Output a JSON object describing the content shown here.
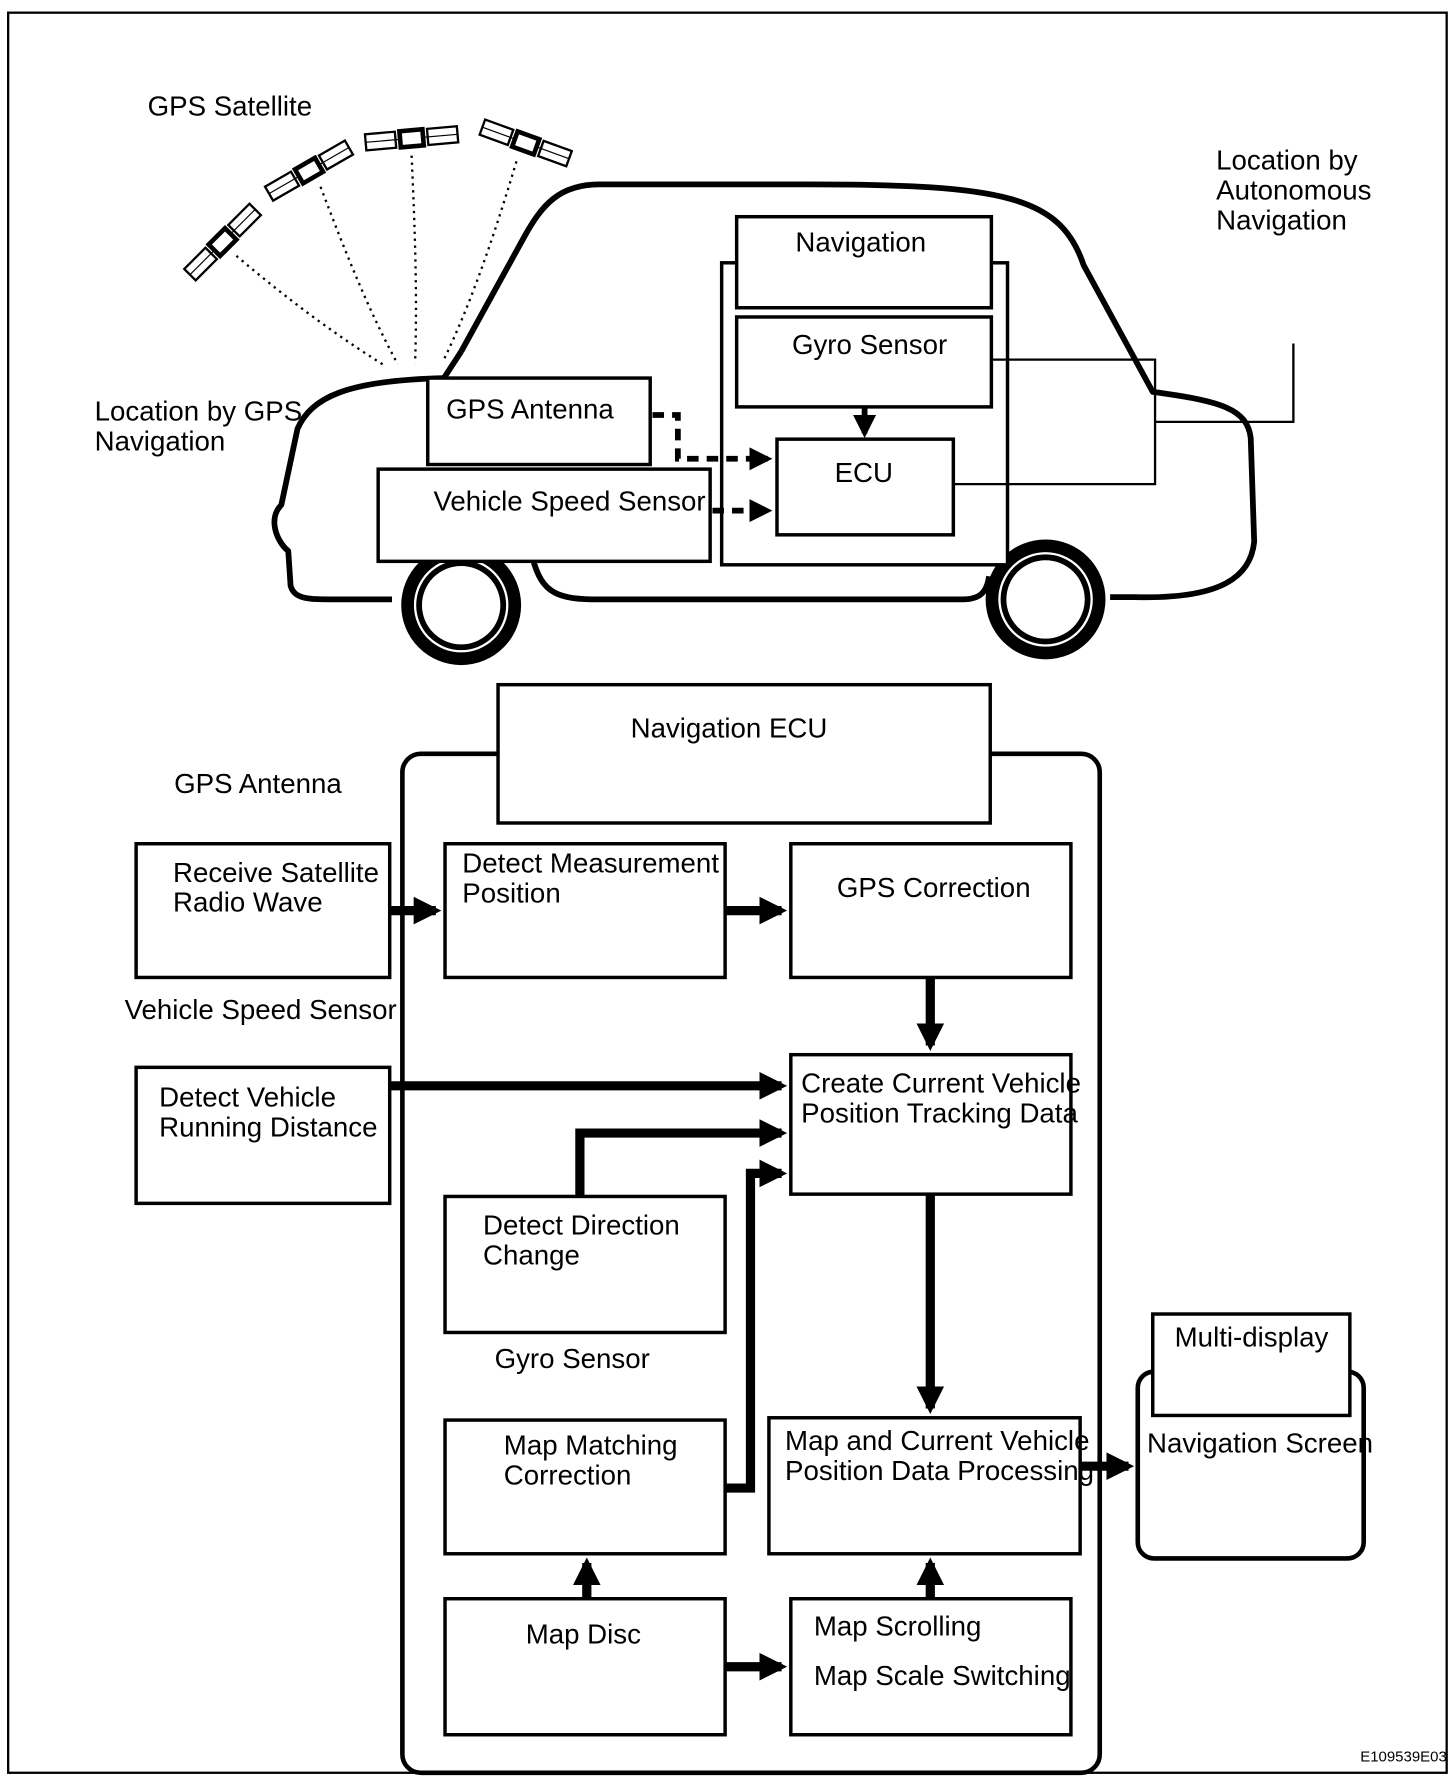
{
  "top_labels": {
    "gps_satellite": "GPS Satellite",
    "location_gps": [
      "Location by GPS",
      "Navigation"
    ],
    "location_autonomous": [
      "Location by",
      "Autonomous",
      "Navigation"
    ]
  },
  "vehicle": {
    "navigation": "Navigation",
    "gyro_sensor": "Gyro Sensor",
    "ecu": "ECU",
    "gps_antenna": "GPS Antenna",
    "vehicle_speed_sensor": "Vehicle Speed Sensor"
  },
  "flow": {
    "navigation_ecu": "Navigation ECU",
    "gps_antenna_label": "GPS Antenna",
    "receive_satellite": [
      "Receive Satellite",
      "Radio Wave"
    ],
    "detect_measurement": [
      "Detect Measurement",
      "Position"
    ],
    "gps_correction": "GPS Correction",
    "vehicle_speed_sensor_label": "Vehicle Speed Sensor",
    "detect_vehicle_running": [
      "Detect Vehicle",
      "Running Distance"
    ],
    "create_current": [
      "Create Current Vehicle",
      "Position Tracking Data"
    ],
    "detect_direction": [
      "Detect Direction",
      "Change"
    ],
    "gyro_sensor_label": "Gyro Sensor",
    "map_matching": [
      "Map Matching",
      "Correction"
    ],
    "map_and_current": [
      "Map and Current Vehicle",
      "Position Data Processing"
    ],
    "multi_display": "Multi-display",
    "navigation_screen": "Navigation Screen",
    "map_disc": "Map Disc",
    "map_scrolling": "Map Scrolling",
    "map_scale_switching": "Map Scale Switching"
  },
  "figure_id": "E109539E03"
}
